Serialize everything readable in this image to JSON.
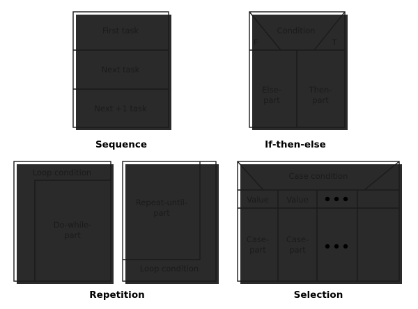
{
  "sequence": {
    "caption": "Sequence",
    "tasks": [
      "First task",
      "Next task",
      "Next +1 task"
    ]
  },
  "if_then_else": {
    "caption": "If-then-else",
    "condition": "Condition",
    "false_label": "F",
    "true_label": "T",
    "else_part": [
      "Else-",
      "part"
    ],
    "then_part": [
      "Then-",
      "part"
    ]
  },
  "repetition": {
    "caption": "Repetition",
    "do_while": {
      "loop_condition": "Loop condition",
      "body": [
        "Do-while-",
        "part"
      ]
    },
    "repeat_until": {
      "body": [
        "Repeat-until-",
        "part"
      ],
      "loop_condition": "Loop condition"
    }
  },
  "selection": {
    "caption": "Selection",
    "case_condition": "Case condition",
    "values": [
      "Value",
      "Value"
    ],
    "ellipsis": "•••",
    "case_parts": [
      [
        "Case-",
        "part"
      ],
      [
        "Case-",
        "part"
      ]
    ]
  },
  "colors": {
    "box_fill": "#d9d9d9",
    "stroke": "#1a1a1a",
    "shadow": "#2a2a2a"
  }
}
